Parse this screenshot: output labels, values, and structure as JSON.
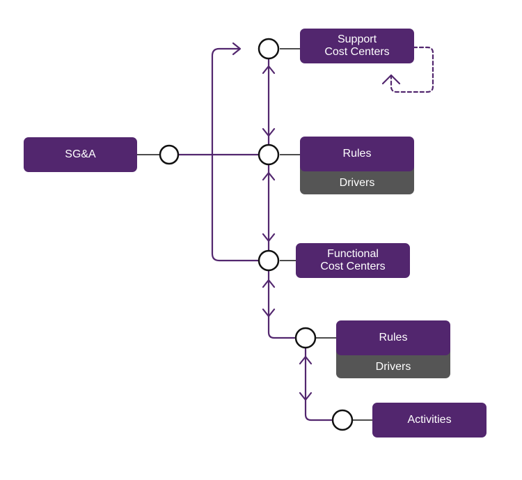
{
  "colors": {
    "accent": "#52266e",
    "gray": "#555555",
    "line": "#52266e",
    "node_stroke": "#111111"
  },
  "nodes": {
    "sga": "SG&A",
    "support": "Support\nCost Centers",
    "rules_1": "Rules",
    "drivers_1": "Drivers",
    "functional": "Functional\nCost Centers",
    "rules_2": "Rules",
    "drivers_2": "Drivers",
    "activities": "Activities"
  }
}
